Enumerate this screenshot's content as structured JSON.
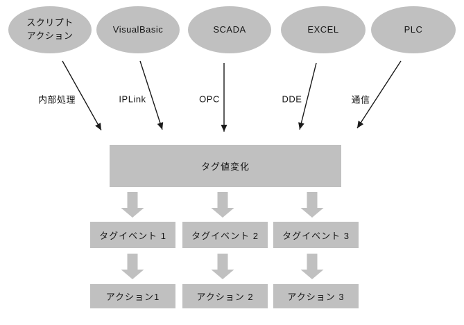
{
  "sources": [
    {
      "label": "スクリプト\nアクション",
      "connector": "内部処理"
    },
    {
      "label": "VisualBasic",
      "connector": "IPLink"
    },
    {
      "label": "SCADA",
      "connector": "OPC"
    },
    {
      "label": "EXCEL",
      "connector": "DDE"
    },
    {
      "label": "PLC",
      "connector": "通信"
    }
  ],
  "hub": {
    "label": "タグ値変化"
  },
  "events": [
    {
      "label": "タグイベント 1"
    },
    {
      "label": "タグイベント 2"
    },
    {
      "label": "タグイベント 3"
    }
  ],
  "actions": [
    {
      "label": "アクション1"
    },
    {
      "label": "アクション 2"
    },
    {
      "label": "アクション 3"
    }
  ],
  "colors": {
    "node_fill": "#c0c0c0",
    "arrow_line": "#1a1a1a",
    "block_arrow_fill": "#c0c0c0",
    "background": "#ffffff",
    "text": "#151515"
  }
}
